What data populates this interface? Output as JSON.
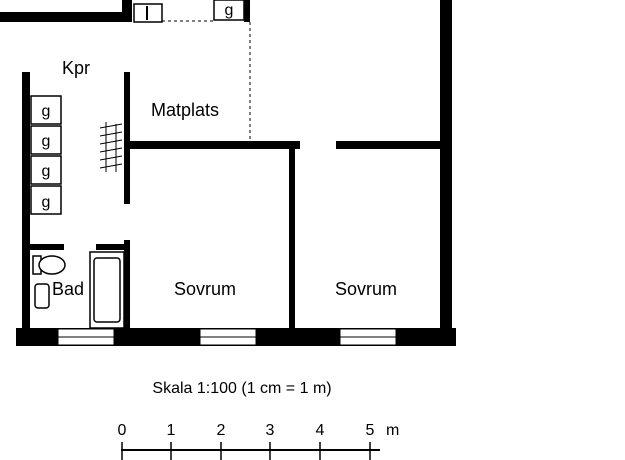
{
  "rooms": {
    "kpr": "Kpr",
    "matplats": "Matplats",
    "bad": "Bad",
    "sovrum_left": "Sovrum",
    "sovrum_right": "Sovrum"
  },
  "cabinets": [
    "g",
    "g",
    "g",
    "g"
  ],
  "top_cabinet": "g",
  "scale": {
    "caption": "Skala 1:100 (1 cm = 1 m)",
    "ticks": [
      "0",
      "1",
      "2",
      "3",
      "4",
      "5"
    ],
    "unit": "m"
  }
}
